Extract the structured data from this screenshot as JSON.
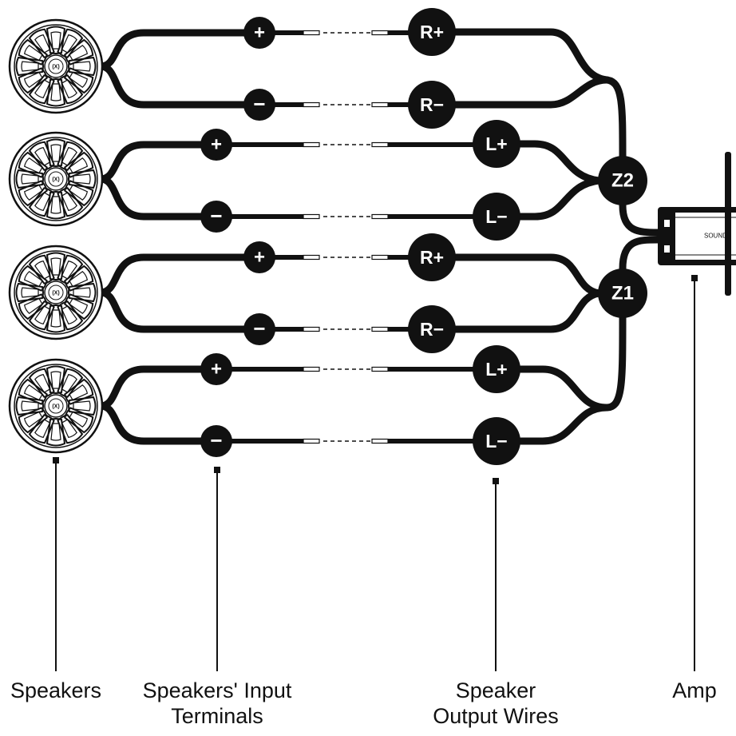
{
  "badges": {
    "speaker_plus": "+",
    "speaker_minus": "−",
    "r_plus": "R+",
    "r_minus": "R−",
    "l_plus": "L+",
    "l_minus": "L−",
    "zone_2": "Z2",
    "zone_1": "Z1"
  },
  "amp": {
    "brand": "SOUNDS"
  },
  "labels": {
    "speakers": "Speakers",
    "input_terminals_line1": "Speakers' Input",
    "input_terminals_line2": "Terminals",
    "output_wires_line1": "Speaker",
    "output_wires_line2": "Output Wires",
    "amp": "Amp"
  },
  "colors": {
    "ink": "#111111",
    "background": "#ffffff"
  }
}
